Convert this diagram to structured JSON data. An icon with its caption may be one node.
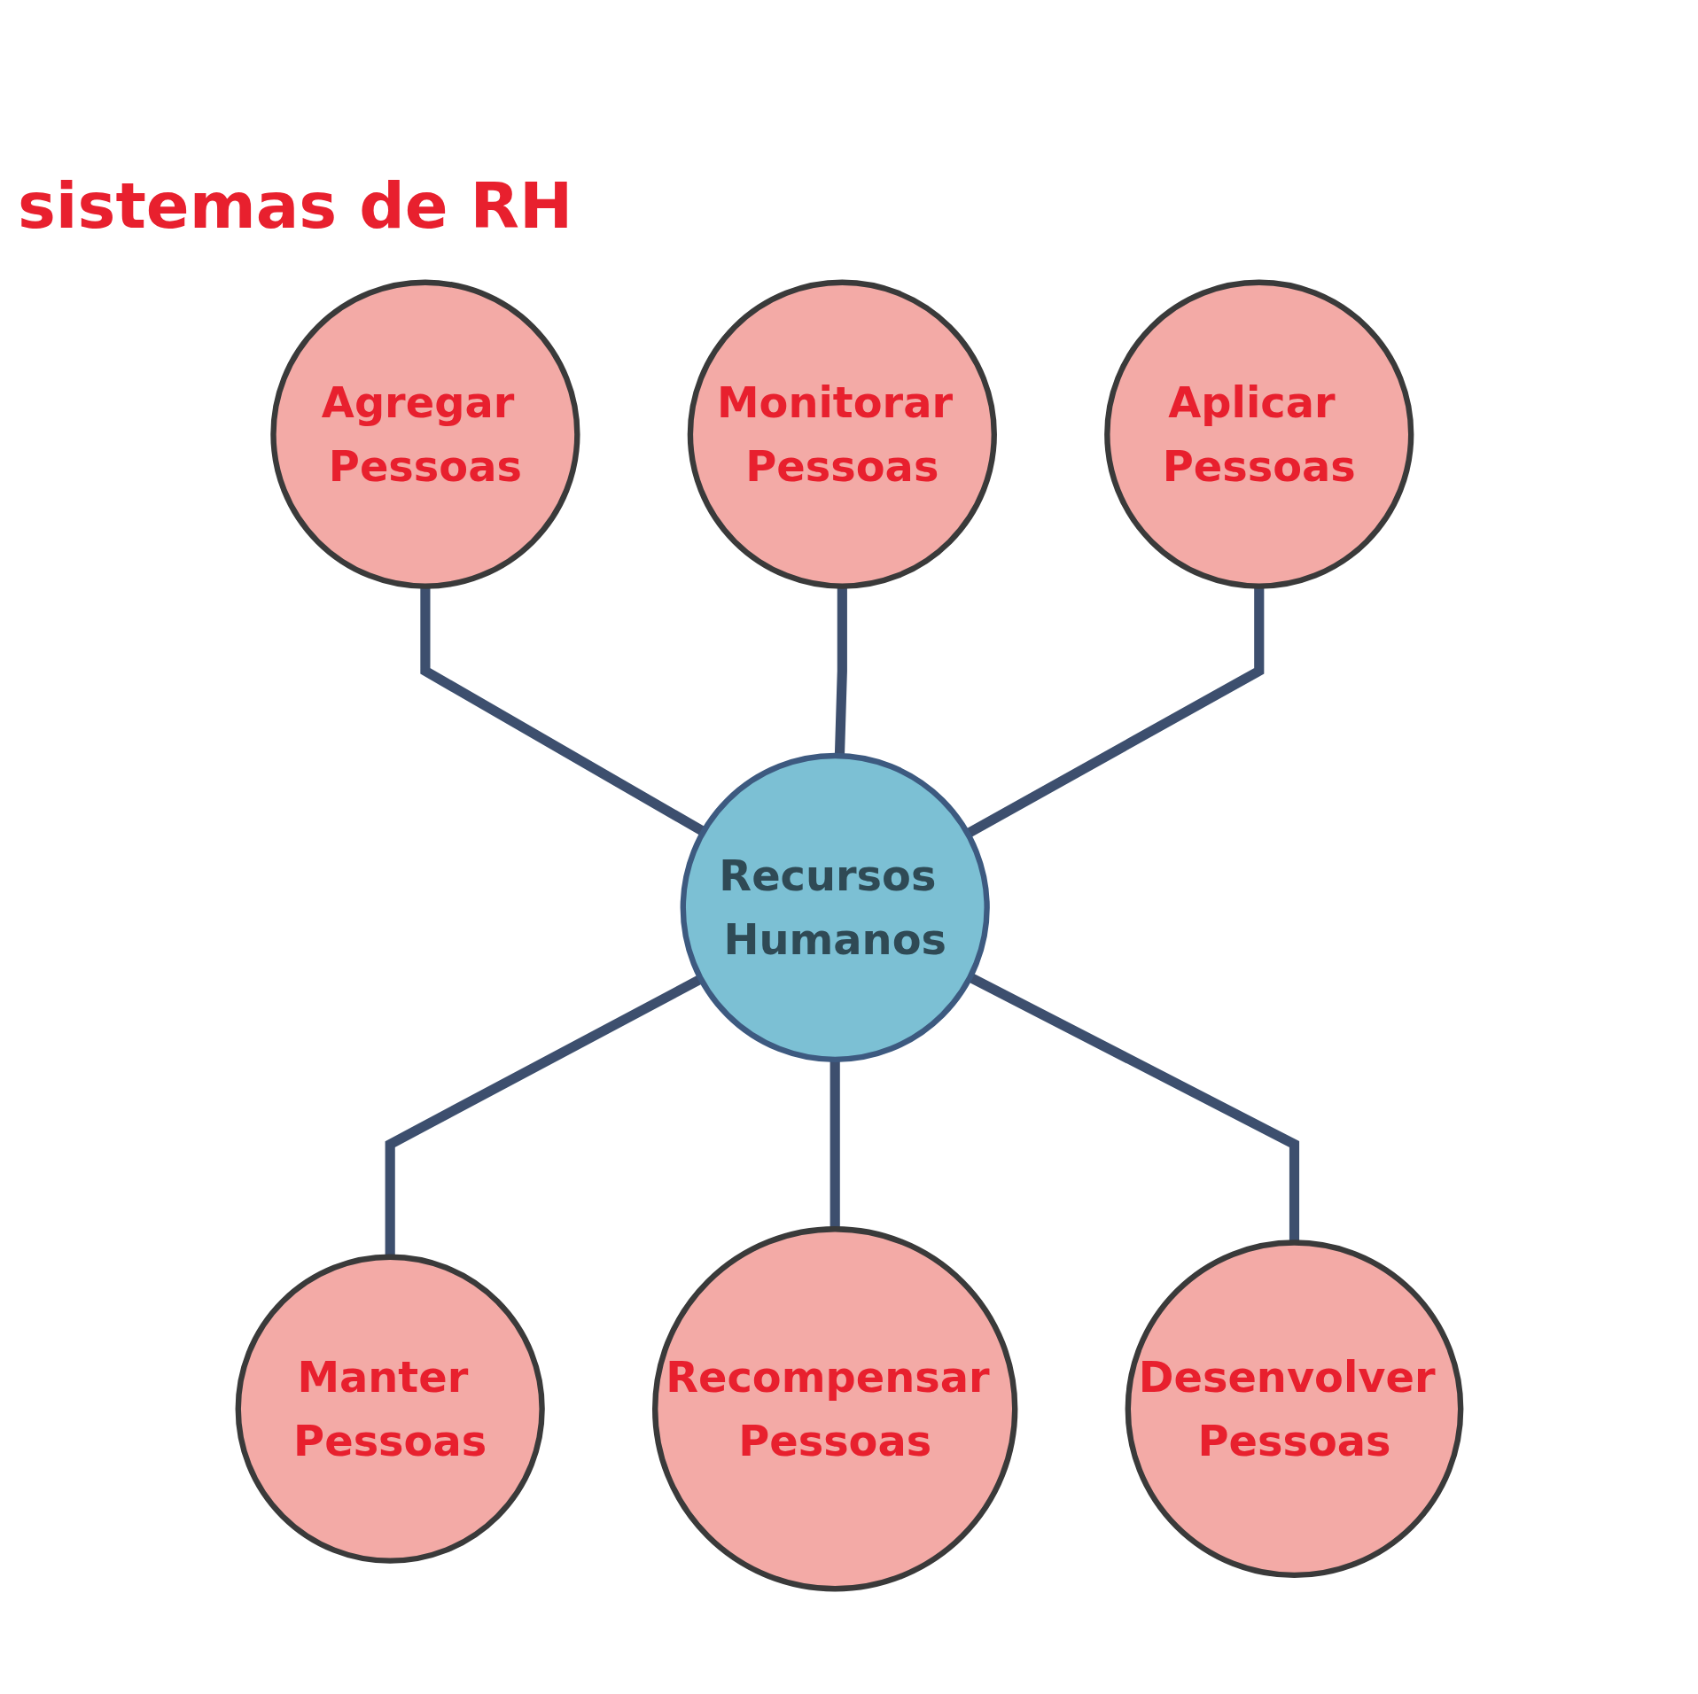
{
  "diagram": {
    "title": "sistemas de RH",
    "nodes": [
      {
        "text": [
          "Agregar Pessoas"
        ]
      },
      {
        "text": [
          "Monitorar Pessoas"
        ]
      },
      {
        "text": [
          "Aplicar Pessoas"
        ]
      },
      {
        "text": [
          "Recursos Humanos"
        ]
      },
      {
        "text": [
          "Manter Pessoas"
        ]
      },
      {
        "text": [
          "Recompensar Pessoas"
        ]
      },
      {
        "text": [
          "Desenvolver Pessoas"
        ]
      }
    ],
    "edges": [
      {
        "from": 0,
        "to": 3,
        "arrow": "none"
      },
      {
        "from": 1,
        "to": 3,
        "arrow": "none"
      },
      {
        "from": 2,
        "to": 3,
        "arrow": "none"
      },
      {
        "from": 3,
        "to": 4,
        "arrow": "none"
      },
      {
        "from": 3,
        "to": 5,
        "arrow": "none"
      },
      {
        "from": 3,
        "to": 6,
        "arrow": "none"
      }
    ]
  }
}
